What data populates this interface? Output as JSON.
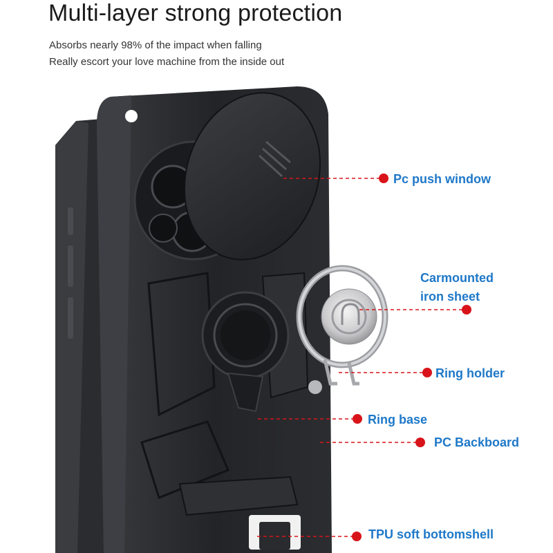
{
  "heading": {
    "title": "Multi-layer strong protection",
    "subtitle_line1": "Absorbs nearly 98% of the impact when falling",
    "subtitle_line2": "Really escort your love machine from the inside out"
  },
  "callouts": {
    "push_window": "Pc push window",
    "iron_sheet_line1": "Carmounted",
    "iron_sheet_line2": "iron sheet",
    "ring_holder": "Ring holder",
    "ring_base": "Ring base",
    "backboard": "PC Backboard",
    "bottomshell": "TPU soft bottomshell"
  },
  "colors": {
    "label_text": "#1e78c8",
    "marker_dot": "#d8141a",
    "case_body": "#232427"
  }
}
